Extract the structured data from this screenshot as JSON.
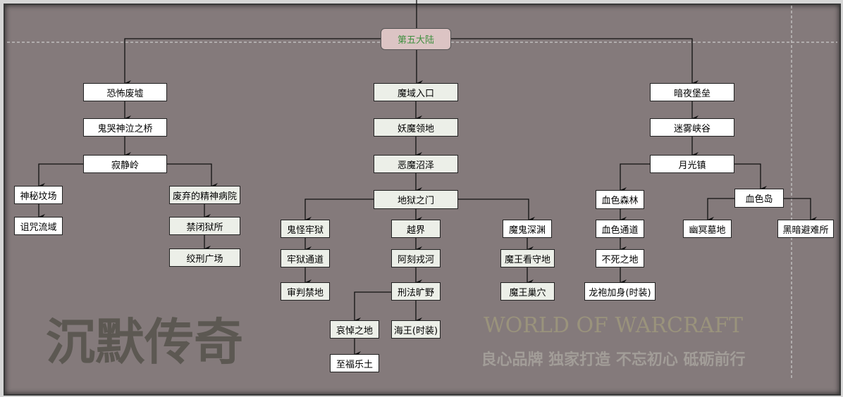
{
  "diagram": {
    "root": "第五大陆",
    "nodes": {
      "n1": "恐怖废墟",
      "n2": "鬼哭神泣之桥",
      "n3": "寂静岭",
      "n4": "神秘坟场",
      "n5": "诅咒流域",
      "n6": "废弃的精神病院",
      "n7": "禁闭狱所",
      "n8": "绞刑广场",
      "m1": "魔域入口",
      "m2": "妖魔领地",
      "m3": "恶魔沼泽",
      "m4": "地狱之门",
      "m5": "鬼怪牢狱",
      "m6": "牢狱通道",
      "m7": "审判禁地",
      "m8": "越界",
      "m9": "阿刻戎河",
      "m10": "刑法旷野",
      "m11": "哀悼之地",
      "m12": "至福乐土",
      "m13": "海王(时装)",
      "m14": "魔鬼深渊",
      "m15": "魔王看守地",
      "m16": "魔王巢穴",
      "r1": "暗夜堡垒",
      "r2": "迷雾峡谷",
      "r3": "月光镇",
      "r4": "血色森林",
      "r5": "血色通道",
      "r6": "不死之地",
      "r7": "龙袍加身(时装)",
      "r8": "血色岛",
      "r9": "幽冥墓地",
      "r10": "黑暗避难所"
    }
  },
  "watermark": {
    "text1": "WORLD OF WARCRAFT",
    "text2": "沉默传奇",
    "text3": "良心品牌 独家打造 不忘初心 砥砺前行"
  },
  "colors": {
    "background": "#847a7b",
    "root_fill": "#dcc4c4",
    "root_text": "#3f8f3f"
  }
}
